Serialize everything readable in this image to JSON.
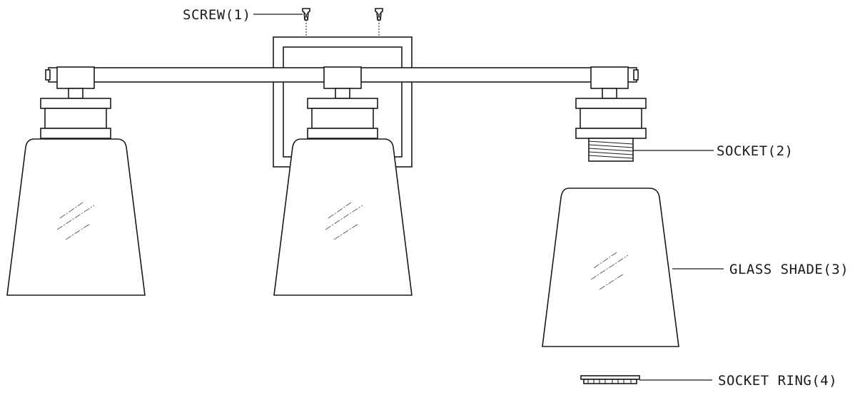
{
  "labels": {
    "screw": "SCREW(1)",
    "socket": "SOCKET(2)",
    "glass_shade": "GLASS SHADE(3)",
    "socket_ring": "SOCKET RING(4)"
  }
}
